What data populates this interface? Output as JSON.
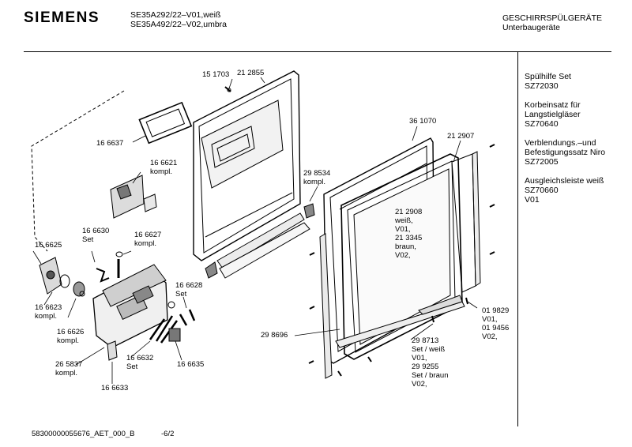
{
  "header": {
    "brand": "SIEMENS",
    "models": [
      "SE35A292/22–V01,weiß",
      "SE35A492/22–V02,umbra"
    ],
    "category": [
      "GESCHIRRSPÜLGERÄTE",
      "Unterbaugeräte"
    ]
  },
  "accessories": [
    {
      "lines": [
        "Spülhilfe Set",
        "SZ72030"
      ]
    },
    {
      "lines": [
        "Korbeinsatz für",
        "Langstielgläser",
        "SZ70640"
      ]
    },
    {
      "lines": [
        "Verblendungs.–und",
        "Befestigungssatz Niro",
        "SZ72005"
      ]
    },
    {
      "lines": [
        "Ausgleichsleiste weiß",
        "SZ70660",
        "V01"
      ]
    }
  ],
  "parts": [
    {
      "lines": [
        "15 1703"
      ]
    },
    {
      "lines": [
        "21 2855"
      ]
    },
    {
      "lines": [
        "16 6637"
      ]
    },
    {
      "lines": [
        "16 6621",
        "kompl."
      ]
    },
    {
      "lines": [
        "29 8534",
        "kompl."
      ]
    },
    {
      "lines": [
        "36 1070"
      ]
    },
    {
      "lines": [
        "21 2907"
      ]
    },
    {
      "lines": [
        "21 2908",
        "weiß,",
        "V01,",
        "21 3345",
        "braun,",
        "V02,"
      ]
    },
    {
      "lines": [
        "16 6630",
        "Set"
      ]
    },
    {
      "lines": [
        "16 6627",
        "kompl."
      ]
    },
    {
      "lines": [
        "16 6625"
      ]
    },
    {
      "lines": [
        "16 6628",
        "Set"
      ]
    },
    {
      "lines": [
        "16 6623",
        "kompl."
      ]
    },
    {
      "lines": [
        "16 6626",
        "kompl."
      ]
    },
    {
      "lines": [
        "29 8696"
      ]
    },
    {
      "lines": [
        "01 9829",
        "V01,",
        "01 9456",
        "V02,"
      ]
    },
    {
      "lines": [
        "29 8713",
        "Set / weiß",
        "V01,",
        "29 9255",
        "Set / braun",
        "V02,"
      ]
    },
    {
      "lines": [
        "16 6632",
        "Set"
      ]
    },
    {
      "lines": [
        "16 6635"
      ]
    },
    {
      "lines": [
        "26 5837",
        "kompl."
      ]
    },
    {
      "lines": [
        "16 6633"
      ]
    }
  ],
  "footer": {
    "doc_id": "58300000055676_AET_000_B",
    "page": "-6/2"
  }
}
